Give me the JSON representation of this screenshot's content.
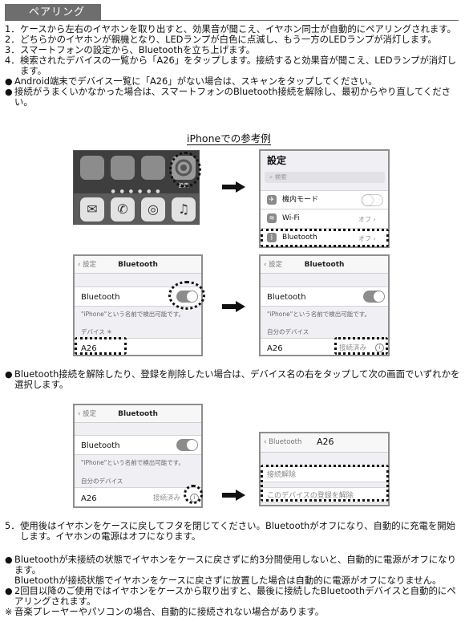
{
  "header": {
    "title": "ペアリング"
  },
  "steps": [
    {
      "num": "1．",
      "text": "ケースから左右のイヤホンを取り出すと、効果音が聞こえ、イヤホン同士が自動的にペアリングされます。"
    },
    {
      "num": "2．",
      "text": "どちらかのイヤホンが親機となり、LEDランプが白色に点滅し、もう一方のLEDランプが消灯します。"
    },
    {
      "num": "3．",
      "text": "スマートフォンの設定から、Bluetoothを立ち上げます。"
    },
    {
      "num": "4．",
      "text": "検索されたデバイスの一覧から「A26」をタップします。接続すると効果音が聞こえ、LEDランプが消灯します。"
    }
  ],
  "notes_top": [
    {
      "mark": "●",
      "text": "Android端末でデバイス一覧に「A26」がない場合は、スキャンをタップしてください。"
    },
    {
      "mark": "●",
      "text": "接続がうまくいかなかった場合は、スマートフォンのBluetooth接続を解除し、最初からやり直してください。"
    }
  ],
  "caption": "iPhoneでの参考例",
  "home_screen": {
    "settings_label": "設定"
  },
  "settings_panel": {
    "title": "設定",
    "search_placeholder": "検索",
    "airplane": "機内モード",
    "wifi": "Wi-Fi",
    "wifi_value": "オフ",
    "bluetooth": "Bluetooth",
    "bluetooth_value": "オフ"
  },
  "bt_panel_1": {
    "back": "設定",
    "title": "Bluetooth",
    "row": "Bluetooth",
    "note": "\"iPhone\"という名前で検出可能です。",
    "devices": "デバイス",
    "device": "A26"
  },
  "bt_panel_2": {
    "back": "設定",
    "title": "Bluetooth",
    "row": "Bluetooth",
    "note": "\"iPhone\"という名前で検出可能です。",
    "my_devices": "自分のデバイス",
    "device": "A26",
    "status": "接続済み"
  },
  "unpair_note": {
    "mark": "●",
    "text": "Bluetooth接続を解除したり、登録を削除したい場合は、デバイス名の右をタップして次の画面でいずれかを選択します。"
  },
  "bt_panel_3": {
    "back": "設定",
    "title": "Bluetooth",
    "row": "Bluetooth",
    "note": "\"iPhone\"という名前で検出可能です。",
    "my_devices": "自分のデバイス",
    "device": "A26",
    "status": "接続済み"
  },
  "device_panel": {
    "back": "Bluetooth",
    "title": "A26",
    "disconnect": "接続解除",
    "forget": "このデバイスの登録を解除"
  },
  "step5": {
    "num": "5．",
    "text": "使用後はイヤホンをケースに戻してフタを閉じてください。Bluetoothがオフになり、自動的に充電を開始します。イヤホンの電源はオフになります。"
  },
  "notes_bottom": [
    {
      "mark": "●",
      "text": "Bluetoothが未接続の状態でイヤホンをケースに戻さずに約3分間使用しないと、自動的に電源がオフになります。"
    },
    {
      "mark": "",
      "text": "Bluetoothが接続状態でイヤホンをケースに戻さずに放置した場合は自動的に電源がオフになりません。"
    },
    {
      "mark": "●",
      "text": "2回目以降のご使用ではイヤホンをケースから取り出すと、最後に接続したBluetoothデバイスと自動的にペアリングされます。"
    },
    {
      "mark": "※",
      "text": "音楽プレーヤーやパソコンの場合、自動的に接続されない場合があります。"
    }
  ]
}
